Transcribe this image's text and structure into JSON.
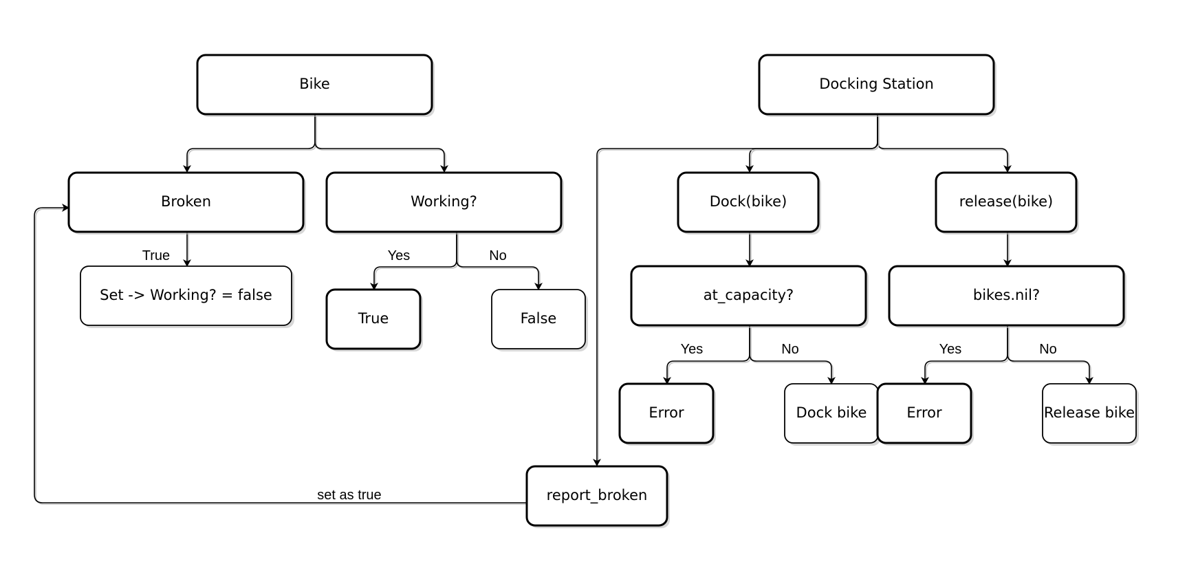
{
  "nodes": {
    "bike": "Bike",
    "docking_station": "Docking Station",
    "broken": "Broken",
    "working": "Working?",
    "set_working_false": "Set -> Working? = false",
    "working_true": "True",
    "working_false": "False",
    "dock_bike_method": "Dock(bike)",
    "release_bike_method": "release(bike)",
    "at_capacity": "at_capacity?",
    "bikes_nil": "bikes.nil?",
    "dock_error": "Error",
    "dock_bike": "Dock bike",
    "release_error": "Error",
    "release_bike": "Release bike",
    "report_broken": "report_broken"
  },
  "edge_labels": {
    "broken_true": "True",
    "working_yes": "Yes",
    "working_no": "No",
    "capacity_yes": "Yes",
    "capacity_no": "No",
    "nil_yes": "Yes",
    "nil_no": "No",
    "set_as_true": "set as true"
  }
}
